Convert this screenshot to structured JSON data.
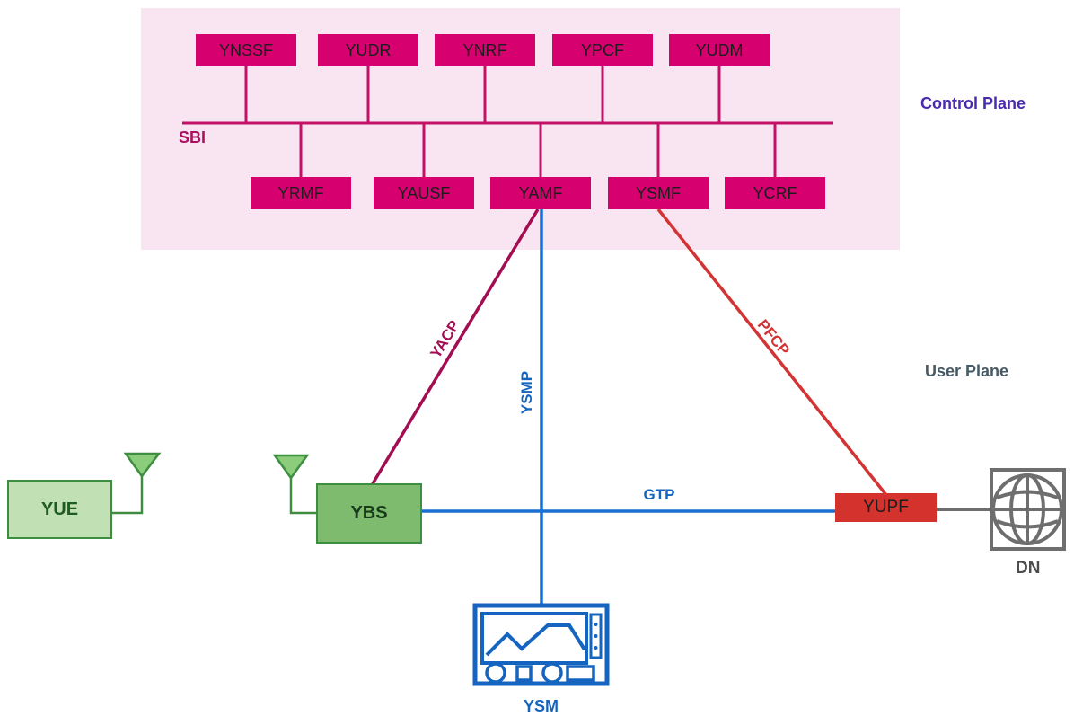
{
  "planes": {
    "control": "Control Plane",
    "user": "User Plane"
  },
  "bus": {
    "label": "SBI"
  },
  "control_plane_nodes": {
    "top_row": [
      "YNSSF",
      "YUDR",
      "YNRF",
      "YPCF",
      "YUDM"
    ],
    "bottom_row": [
      "YRMF",
      "YAUSF",
      "YAMF",
      "YSMF",
      "YCRF"
    ]
  },
  "nodes": {
    "yue": "YUE",
    "ybs": "YBS",
    "yupf": "YUPF",
    "dn": "DN",
    "ysm": "YSM"
  },
  "links": {
    "yacp": "YACP",
    "ysmp": "YSMP",
    "pfcp": "PFCP",
    "gtp": "GTP"
  },
  "icons": {
    "yue_antenna": "antenna-icon",
    "ybs_antenna": "antenna-icon",
    "dn": "globe-icon",
    "ysm": "oscilloscope-icon"
  },
  "colors": {
    "magenta": "#d6006f",
    "bus": "#c21166",
    "sbi_text": "#aa1160",
    "panel": "#f8e5f1",
    "cp_text": "#4a2bb0",
    "up_text": "#455a64",
    "yacp": "#a30d52",
    "pfcp": "#d43333",
    "blue": "#1a6fd2",
    "blue_text": "#1565c0",
    "green_border": "#3e8e41",
    "yue_fill": "#c1e0b3",
    "ybs_fill": "#7fbb6f",
    "antenna_fill": "#8ccd7c",
    "green_text": "#1e5c20",
    "yupf_fill": "#d3322d",
    "box_text": "#1d1d1d",
    "gray": "#6e6e6e",
    "dn_text": "#4d4d4d"
  }
}
